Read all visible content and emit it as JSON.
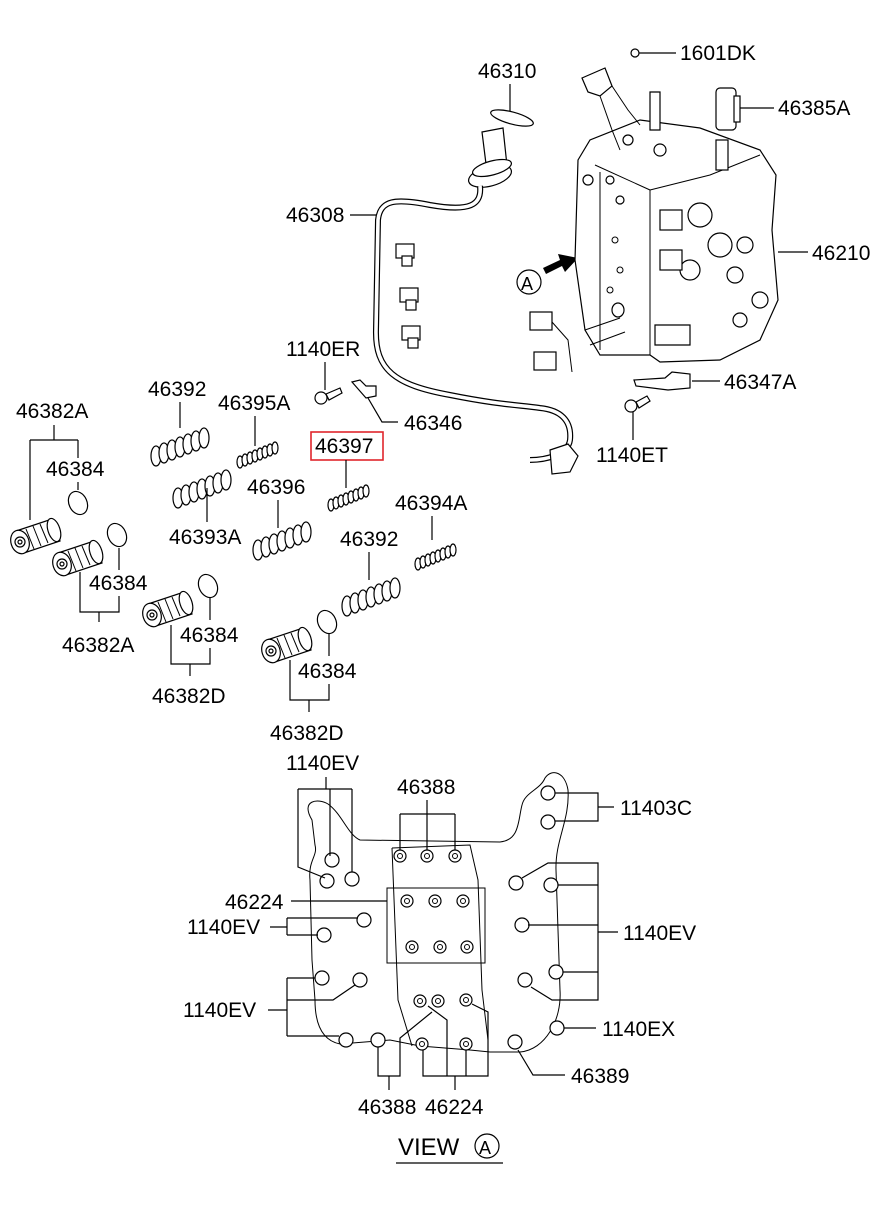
{
  "diagram": {
    "highlighted_part": "46397",
    "highlight_color": "#e0262c",
    "labels": {
      "p1601DK": "1601DK",
      "p46310": "46310",
      "p46385A": "46385A",
      "p46308": "46308",
      "p46210": "46210",
      "viewMarker": "A",
      "p1140ER": "1140ER",
      "p46347A": "46347A",
      "p46346": "46346",
      "p1140ET": "1140ET",
      "p46382A_1": "46382A",
      "p46392_1": "46392",
      "p46395A": "46395A",
      "p46397": "46397",
      "p46384_1": "46384",
      "p46393A": "46393A",
      "p46396": "46396",
      "p46394A": "46394A",
      "p46392_2": "46392",
      "p46384_2": "46384",
      "p46382A_2": "46382A",
      "p46384_3": "46384",
      "p46382D_1": "46382D",
      "p46384_4": "46384",
      "p46382D_2": "46382D"
    },
    "view_a": {
      "title": "VIEW",
      "marker": "A",
      "labels": {
        "ev_top": "1140EV",
        "p46388_top": "46388",
        "p11403C": "11403C",
        "p46224_left": "46224",
        "ev_left1": "1140EV",
        "ev_right": "1140EV",
        "ev_left2": "1140EV",
        "p1140EX": "1140EX",
        "p46389": "46389",
        "p46388_bottom": "46388",
        "p46224_bottom": "46224"
      }
    }
  }
}
